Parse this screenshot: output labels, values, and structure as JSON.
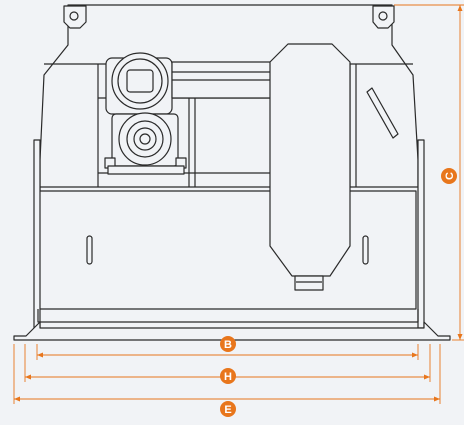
{
  "dimensions": {
    "B": {
      "label": "B"
    },
    "H": {
      "label": "H"
    },
    "E": {
      "label": "E"
    },
    "C": {
      "label": "C"
    }
  },
  "colors": {
    "accent": "#e8761c",
    "line": "#2a2a2a",
    "fill": "#f1f3f6",
    "background": "#f1f3f6"
  }
}
